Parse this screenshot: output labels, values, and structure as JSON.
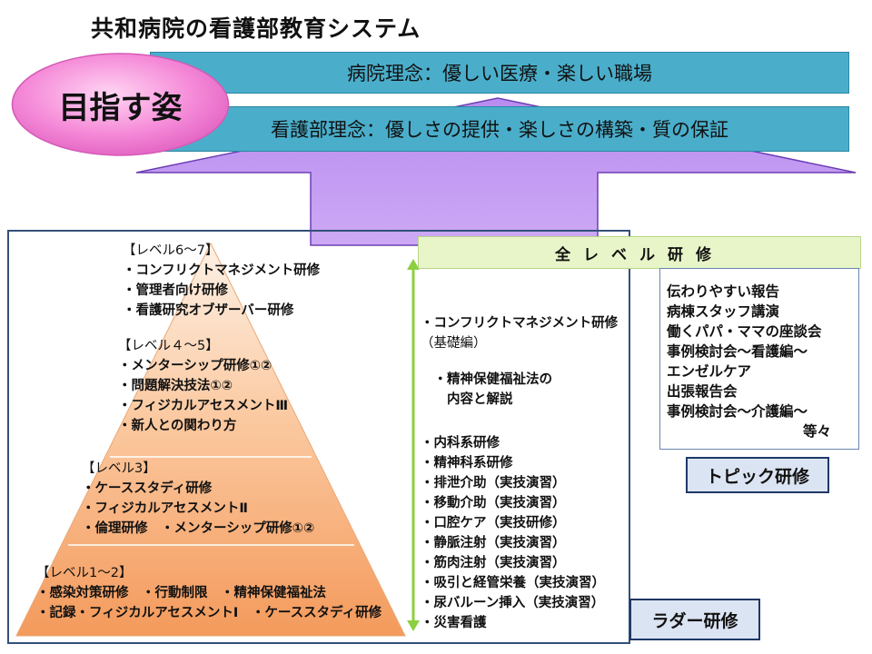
{
  "title": "共和病院の看護部教育システム",
  "goal_label": "目指す姿",
  "hospital_philosophy": "病院理念：優しい医療・楽しい職場",
  "nursing_philosophy": "看護部理念：優しさの提供・楽しさの構築・質の保証",
  "pyramid": {
    "level67": {
      "heading": "【レベル6～7】",
      "items": [
        "・コンフリクトマネジメント研修",
        "・管理者向け研修",
        "・看護研究オブザーバー研修"
      ]
    },
    "level45": {
      "heading": "【レベル４～5】",
      "items": [
        "・メンターシップ研修①②",
        "・問題解決技法①②",
        "・フィジカルアセスメントⅢ",
        "・新人との関わり方"
      ]
    },
    "level3": {
      "heading": "【レベル3】",
      "items": [
        "・ケーススタディ研修",
        "・フィジカルアセスメントⅡ",
        "・倫理研修　・メンターシップ研修①②"
      ]
    },
    "level12": {
      "heading": "【レベル1～2】",
      "items": [
        "・感染対策研修　・行動制限　・精神保健福祉法",
        "・記録・フィジカルアセスメントⅠ　・ケーススタディ研修"
      ]
    }
  },
  "all_level": {
    "title": "全レベル研修",
    "items": [
      "・コンフリクトマネジメント研修",
      "（基礎編）",
      "",
      "　・精神保健福祉法の",
      "　　内容と解説",
      "",
      "・内科系研修",
      "・精神科系研修",
      "・排泄介助（実技演習）",
      "・移動介助（実技演習）",
      "・口腔ケア（実技研修）",
      "・静脈注射（実技演習）",
      "・筋肉注射（実技演習）",
      "・吸引と経管栄養（実技演習）",
      "・尿バルーン挿入（実技演習）",
      "・災害看護"
    ]
  },
  "topic": {
    "items": [
      "伝わりやすい報告",
      "病棟スタッフ講演",
      "働くパパ・ママの座談会",
      "事例検討会～看護編～",
      "エンゼルケア",
      "出張報告会",
      "事例検討会～介護編～"
    ],
    "etc": "等々",
    "label": "トピック研修"
  },
  "ladder_label": "ラダー研修",
  "colors": {
    "bar": "#4aaecb",
    "oval": "#f07bd0",
    "arrow": "#c39bf0",
    "pyramid_top": "#fbe3cf",
    "pyramid_bottom": "#f5a064",
    "all_level_bg": "#e8f5c8",
    "line_green": "#8ccf3f",
    "tag_border": "#1f3866"
  }
}
